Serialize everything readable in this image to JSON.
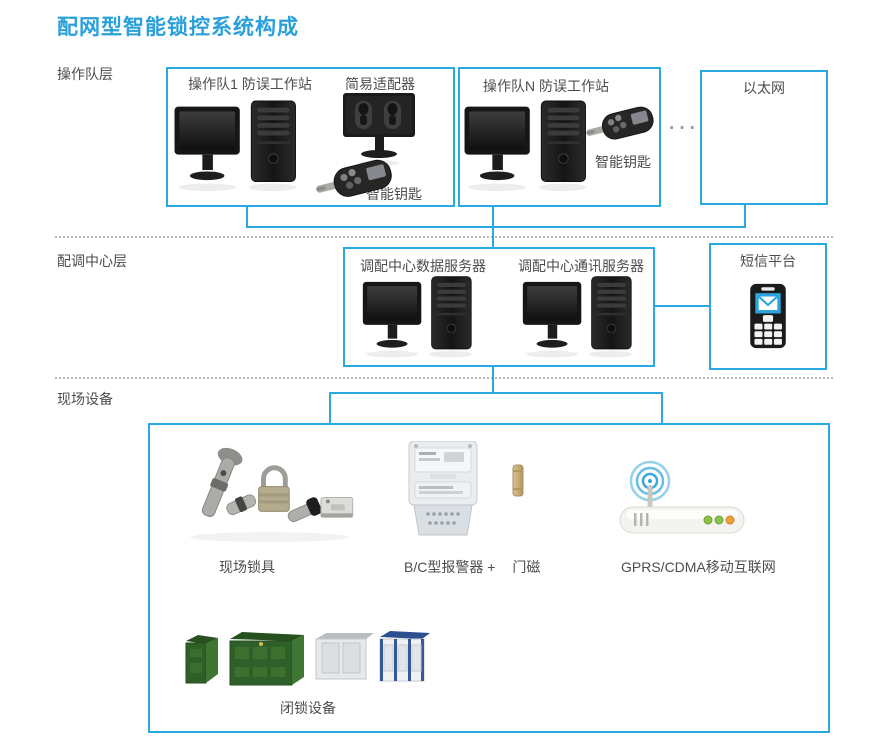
{
  "title": "配网型智能锁控系统构成",
  "layers": {
    "operation_label": "操作队层",
    "dispatch_label": "配调中心层",
    "field_label": "现场设备"
  },
  "operation_layer": {
    "team1_box": {
      "workstation": "操作队1 防误工作站",
      "adapter": "简易适配器",
      "smart_key": "智能钥匙"
    },
    "teamN_box": {
      "workstation": "操作队N 防误工作站",
      "smart_key": "智能钥匙"
    },
    "ellipsis": "···",
    "ethernet_box": {
      "label": "以太网"
    }
  },
  "dispatch_layer": {
    "center_box": {
      "data_server": "调配中心数据服务器",
      "comm_server": "调配中心通讯服务器"
    },
    "sms_box": {
      "label": "短信平台"
    }
  },
  "field_layer": {
    "locks_label": "现场锁具",
    "alarm_label": "B/C型报警器 +",
    "door_magnet_label": "门磁",
    "gprs_label": "GPRS/CDMA移动互联网",
    "locking_equipment_label": "闭锁设备"
  },
  "colors": {
    "accent": "#29a8e1",
    "title": "#2aa0da",
    "text": "#4d4d4d",
    "separator": "#b6b6b6"
  }
}
